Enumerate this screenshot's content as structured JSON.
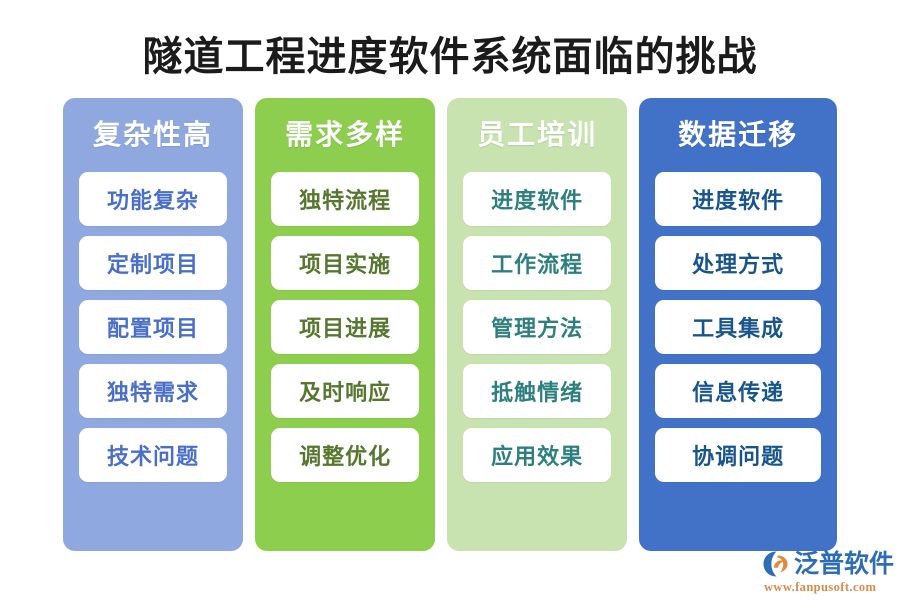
{
  "title": "隧道工程进度软件系统面临的挑战",
  "columns": [
    {
      "header": "复杂性高",
      "bg_color": "#8FA9E0",
      "text_color": "#4A6FC8",
      "items": [
        "功能复杂",
        "定制项目",
        "配置项目",
        "独特需求",
        "技术问题"
      ]
    },
    {
      "header": "需求多样",
      "bg_color": "#8DCE4E",
      "text_color": "#55772E",
      "items": [
        "独特流程",
        "项目实施",
        "项目进展",
        "及时响应",
        "调整优化"
      ]
    },
    {
      "header": "员工培训",
      "bg_color": "#C8E2B0",
      "text_color": "#2E8080",
      "items": [
        "进度软件",
        "工作流程",
        "管理方法",
        "抵触情绪",
        "应用效果"
      ]
    },
    {
      "header": "数据迁移",
      "bg_color": "#4272C8",
      "text_color": "#18558C",
      "items": [
        "进度软件",
        "处理方式",
        "工具集成",
        "信息传递",
        "协调问题"
      ]
    }
  ],
  "logo": {
    "name": "泛普软件",
    "url": "www.fanpusoft.com",
    "mark_icon": "fanpu-swoosh-icon",
    "brand_color": "#2E6DB4",
    "accent_color": "#D98A4E"
  }
}
